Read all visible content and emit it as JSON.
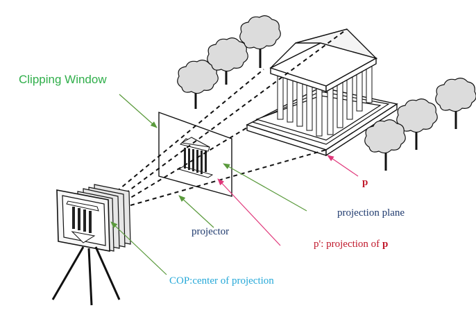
{
  "labels": {
    "clipping_window": "Clipping Window",
    "projection_plane": "projection  plane",
    "projector": "projector",
    "p_prime_prefix": "p': projection  of ",
    "p_prime_bold": "p",
    "p": "p",
    "cop": "COP:center  of projection"
  },
  "colors": {
    "clip_label": "#2fae4a",
    "green_arrow": "#5a9a3c",
    "pink_arrow": "#e0377a",
    "navy_text": "#1f3a6e",
    "red_text": "#c0182b",
    "cop_text": "#25a8d8",
    "line": "#111111",
    "tree_fill": "#dcdcdc"
  },
  "icons": [
    "camera-icon",
    "tripod-icon",
    "temple-icon",
    "tree-icon",
    "temple-image-icon"
  ]
}
